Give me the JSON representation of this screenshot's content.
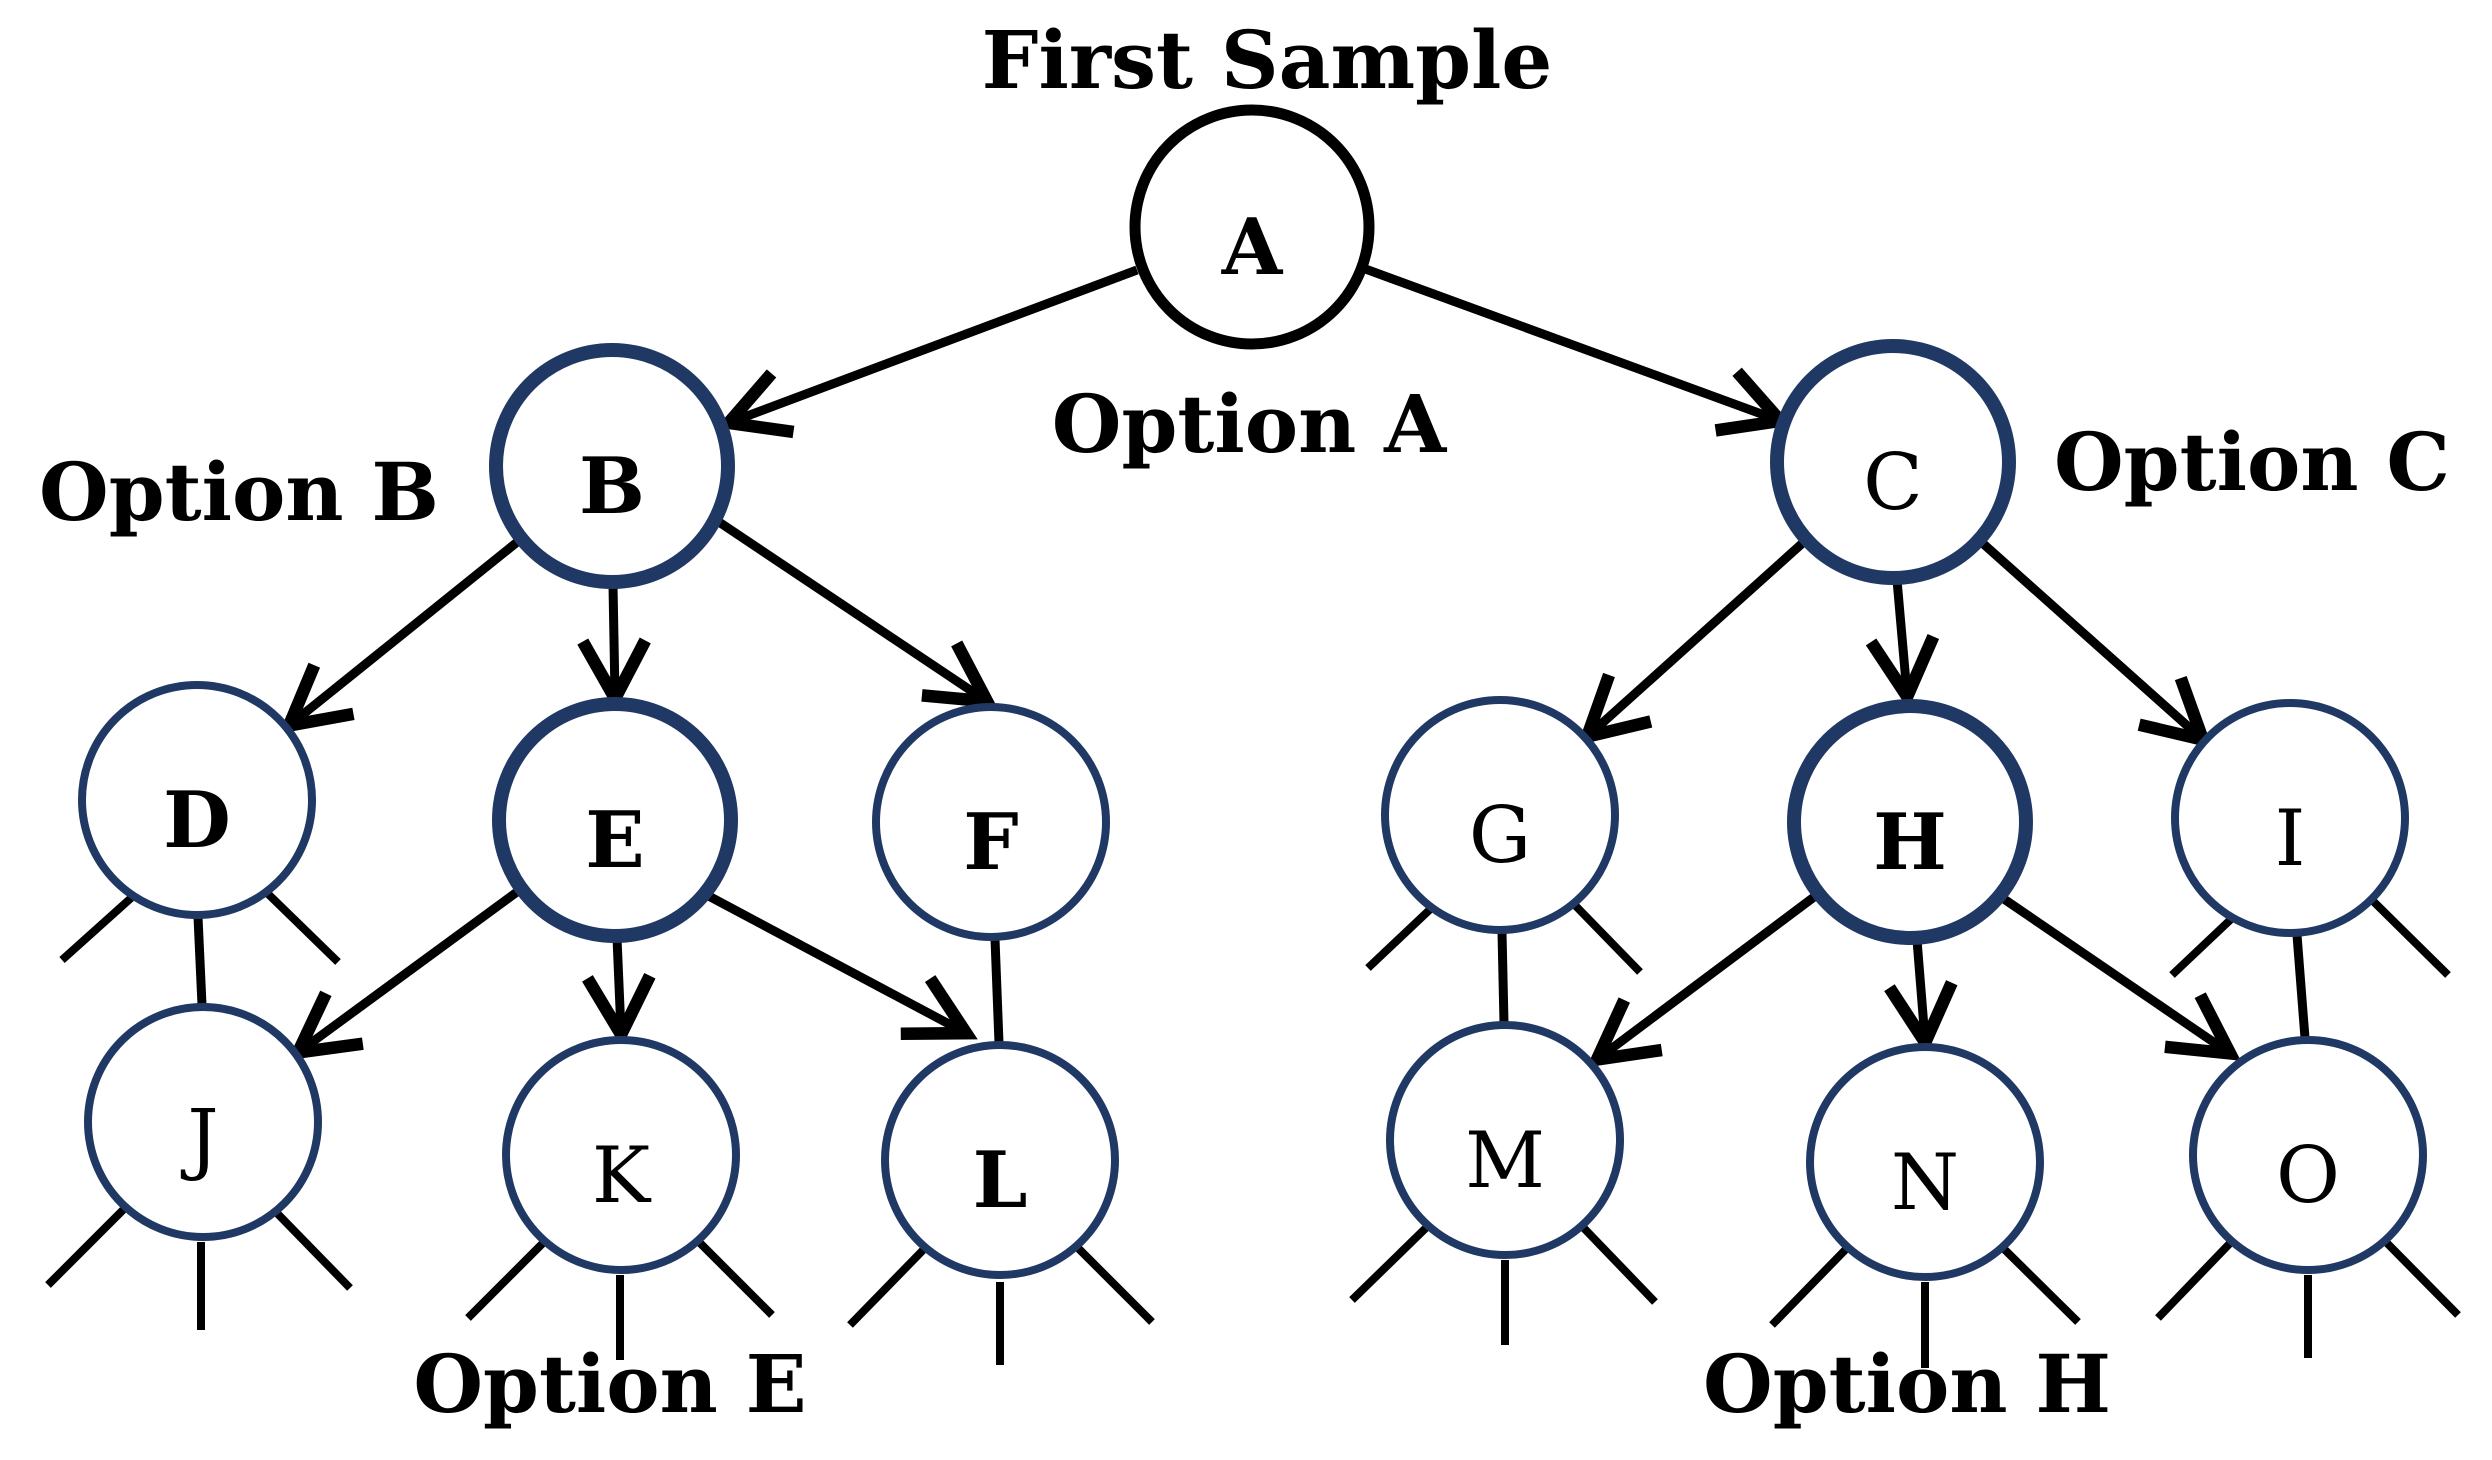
{
  "figure": {
    "type": "tree-diagram",
    "background": "#ffffff",
    "colors": {
      "root_node_stroke": "#000000",
      "branch_node_stroke": "#203864",
      "edge": "#000000",
      "text": "#000000"
    },
    "captions": {
      "first_sample": {
        "text": "First Sample"
      },
      "option_a": {
        "text": "Option A"
      },
      "option_b": {
        "text": "Option B"
      },
      "option_c": {
        "text": "Option C"
      },
      "option_e": {
        "text": "Option E"
      },
      "option_h": {
        "text": "Option H"
      }
    },
    "nodes": {
      "A": {
        "label": "A",
        "ring": "thick-black",
        "bold": true
      },
      "B": {
        "label": "B",
        "ring": "thick-navy",
        "bold": true
      },
      "C": {
        "label": "C",
        "ring": "thick-navy",
        "bold": false
      },
      "D": {
        "label": "D",
        "ring": "thin-navy",
        "bold": true
      },
      "E": {
        "label": "E",
        "ring": "thick-navy",
        "bold": true
      },
      "F": {
        "label": "F",
        "ring": "thin-navy",
        "bold": true
      },
      "G": {
        "label": "G",
        "ring": "thin-navy",
        "bold": false
      },
      "H": {
        "label": "H",
        "ring": "thick-navy",
        "bold": true
      },
      "I": {
        "label": "I",
        "ring": "thin-navy",
        "bold": false
      },
      "J": {
        "label": "J",
        "ring": "thin-navy",
        "bold": false
      },
      "K": {
        "label": "K",
        "ring": "thin-navy",
        "bold": false
      },
      "L": {
        "label": "L",
        "ring": "thin-navy",
        "bold": true
      },
      "M": {
        "label": "M",
        "ring": "thin-navy",
        "bold": false
      },
      "N": {
        "label": "N",
        "ring": "thin-navy",
        "bold": false
      },
      "O": {
        "label": "O",
        "ring": "thin-navy",
        "bold": false
      }
    },
    "edges": {
      "arrows": [
        "A->B",
        "A->C",
        "B->D",
        "B->E",
        "B->F",
        "C->G",
        "C->H",
        "C->I",
        "E->J",
        "E->K",
        "E->L",
        "H->M",
        "H->N",
        "H->O"
      ],
      "plain_links": [
        "D-J",
        "F-L",
        "G-M",
        "I-O"
      ],
      "stub_branches": {
        "D": 2,
        "G": 2,
        "I": 2,
        "J": 3,
        "K": 3,
        "L": 3,
        "M": 3,
        "N": 3,
        "O": 3
      }
    }
  }
}
